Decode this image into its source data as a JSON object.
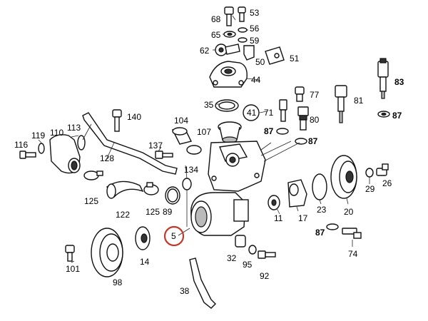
{
  "labels": {
    "p68": "68",
    "p53": "53",
    "p65": "65",
    "p56": "56",
    "p59": "59",
    "p62": "62",
    "p50": "50",
    "p51": "51",
    "p44": "44",
    "p83": "83",
    "p77": "77",
    "p81": "81",
    "p87a": "87",
    "p35": "35",
    "p41": "41",
    "p71": "71",
    "p80": "80",
    "p87b": "87",
    "p87c": "87",
    "p140": "140",
    "p104": "104",
    "p107": "107",
    "p119": "119",
    "p110": "110",
    "p113": "113",
    "p116": "116",
    "p128": "128",
    "p137": "137",
    "p134": "134",
    "p125a": "125",
    "p122": "122",
    "p125b": "125",
    "p89": "89",
    "p5": "5",
    "p11": "11",
    "p17": "17",
    "p23": "23",
    "p20": "20",
    "p29": "29",
    "p26": "26",
    "p87d": "87",
    "p74": "74",
    "p101": "101",
    "p14": "14",
    "p98": "98",
    "p32": "32",
    "p95": "95",
    "p92": "92",
    "p38": "38"
  },
  "colors": {
    "highlight_ring": "#c0392b",
    "ink": "#111111"
  }
}
